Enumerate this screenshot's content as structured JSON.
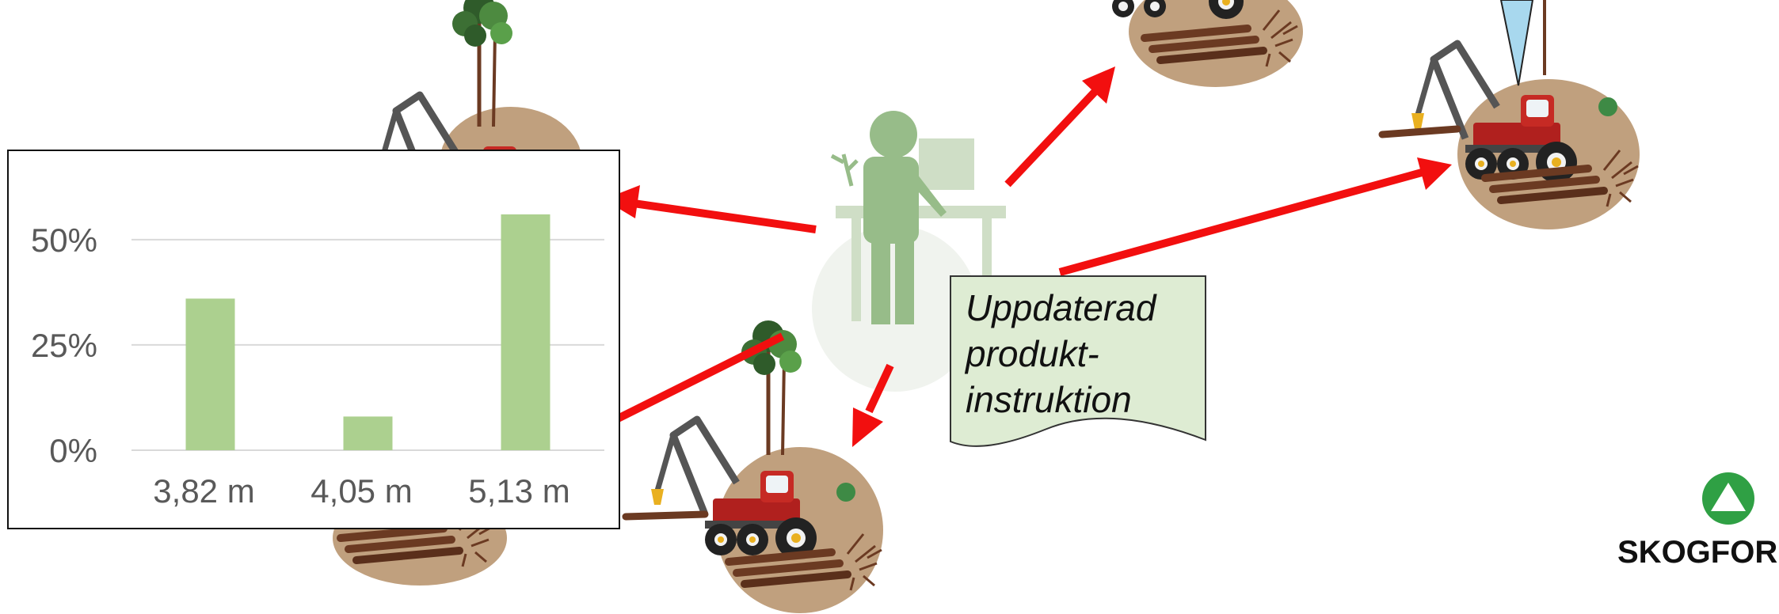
{
  "note": {
    "lines": [
      "Uppdaterad",
      "produkt-",
      "instruktion"
    ],
    "fill": "#deecd3"
  },
  "logo": {
    "text": "SKOGFOR",
    "color": "#2fa044"
  },
  "arrows": {
    "color": "#f20f0f"
  },
  "chart_data": {
    "type": "bar",
    "categories": [
      "3,82 m",
      "4,05 m",
      "5,13 m"
    ],
    "values": [
      36,
      8,
      56
    ],
    "ylim": [
      0,
      62
    ],
    "yticks": [
      0,
      25,
      50
    ],
    "ytick_labels": [
      "0%",
      "25%",
      "50%"
    ],
    "grid": true,
    "bar_color": "#acd08f",
    "title": "",
    "xlabel": "",
    "ylabel": ""
  }
}
